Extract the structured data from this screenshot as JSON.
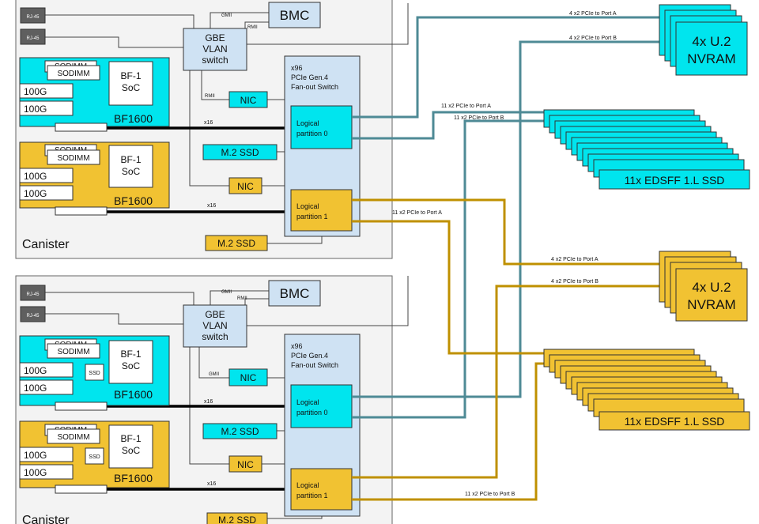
{
  "canisters": [
    {
      "label": "Canister",
      "rj45": [
        "RJ-45",
        "RJ-45"
      ],
      "bmc": "BMC",
      "gbe_switch": [
        "GBE",
        "VLAN",
        "switch"
      ],
      "bus_gmii": "GMII",
      "bus_rmii_a": "RMII",
      "bus_rmii_b": "RMII",
      "fanout": [
        "x96",
        "PCIe Gen.4",
        "Fan-out Switch"
      ],
      "nics": [
        "NIC",
        "NIC"
      ],
      "m2": [
        "M.2 SSD",
        "M.2 SSD"
      ],
      "partitions": [
        [
          "Logical",
          "partition 0"
        ],
        [
          "Logical",
          "partition 1"
        ]
      ],
      "links": [
        "x16",
        "x16"
      ],
      "dpus": [
        {
          "sodimm_back": "SODIMM",
          "sodimm_front": "SODIMM",
          "soc": [
            "BF-1",
            "SoC"
          ],
          "ports": [
            "100G",
            "100G"
          ],
          "ssd": "",
          "name": "BF1600"
        },
        {
          "sodimm_back": "SODIMM",
          "sodimm_front": "SODIMM",
          "soc": [
            "BF-1",
            "SoC"
          ],
          "ports": [
            "100G",
            "100G"
          ],
          "ssd": "",
          "name": "BF1600"
        }
      ]
    },
    {
      "label": "Canister",
      "rj45": [
        "RJ-45",
        "RJ-45"
      ],
      "bmc": "BMC",
      "gbe_switch": [
        "GBE",
        "VLAN",
        "switch"
      ],
      "bus_gmii": "GMII",
      "bus_rmii_a": "RMII",
      "bus_rmii_b": "GMII",
      "fanout": [
        "x96",
        "PCIe Gen.4",
        "Fan-out Switch"
      ],
      "nics": [
        "NIC",
        "NIC"
      ],
      "m2": [
        "M.2 SSD",
        "M.2 SSD"
      ],
      "partitions": [
        [
          "Logical",
          "partition 0"
        ],
        [
          "Logical",
          "partition 1"
        ]
      ],
      "links": [
        "x16",
        "x16"
      ],
      "dpus": [
        {
          "sodimm_back": "SODIMM",
          "sodimm_front": "SODIMM",
          "soc": [
            "BF-1",
            "SoC"
          ],
          "ports": [
            "100G",
            "100G"
          ],
          "ssd": "SSD",
          "name": "BF1600"
        },
        {
          "sodimm_back": "SODIMM",
          "sodimm_front": "SODIMM",
          "soc": [
            "BF-1",
            "SoC"
          ],
          "ports": [
            "100G",
            "100G"
          ],
          "ssd": "SSD",
          "name": "BF1600"
        }
      ]
    }
  ],
  "storage": {
    "nvram_top": [
      "4x U.2",
      "NVRAM"
    ],
    "nvram_bottom": [
      "4x U.2",
      "NVRAM"
    ],
    "edsff_top": "11x EDSFF 1.L SSD",
    "edsff_bottom": "11x EDSFF 1.L SSD"
  },
  "link_labels": {
    "nvram_top_a": "4 x2 PCIe to Port A",
    "nvram_top_b": "4 x2 PCIe to Port B",
    "edsff_top_a": "11 x2 PCIe to Port A",
    "edsff_top_b": "11 x2 PCIe to Port B",
    "edsff_bottom_a": "11 x2 PCIe to Port A",
    "nvram_bottom_a": "4 x2 PCIe to Port A",
    "nvram_bottom_b": "4 x2 PCIe to Port B",
    "edsff_bottom_b": "11 x2 PCIe to Port B"
  },
  "colors": {
    "cyan": "#00e5ee",
    "gold": "#f1c232",
    "light_blue": "#cfe2f3",
    "teal_link": "#4e8a95",
    "ochre_link": "#bf9000"
  }
}
